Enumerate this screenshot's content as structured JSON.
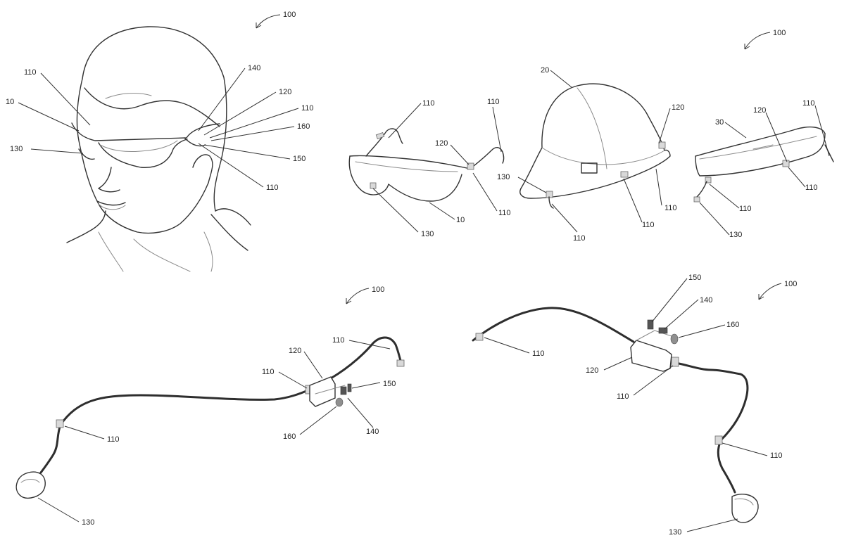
{
  "panels": {
    "head_view": {
      "ref_number": "100",
      "labels": [
        "110",
        "10",
        "130",
        "140",
        "120",
        "110",
        "160",
        "150",
        "110"
      ]
    },
    "mounts_view": {
      "ref_number": "100",
      "glasses": {
        "labels": [
          "110",
          "110",
          "120",
          "110",
          "10",
          "130"
        ]
      },
      "hardhat": {
        "labels": [
          "20",
          "120",
          "130",
          "110",
          "110",
          "110"
        ]
      },
      "headband": {
        "labels": [
          "30",
          "120",
          "110",
          "110",
          "110",
          "130"
        ]
      }
    },
    "cable_view_left": {
      "ref_number": "100",
      "labels": [
        "110",
        "120",
        "110",
        "150",
        "140",
        "160",
        "110",
        "130"
      ]
    },
    "cable_view_right": {
      "ref_number": "100",
      "labels": [
        "150",
        "140",
        "160",
        "110",
        "120",
        "110",
        "110",
        "130"
      ]
    }
  }
}
